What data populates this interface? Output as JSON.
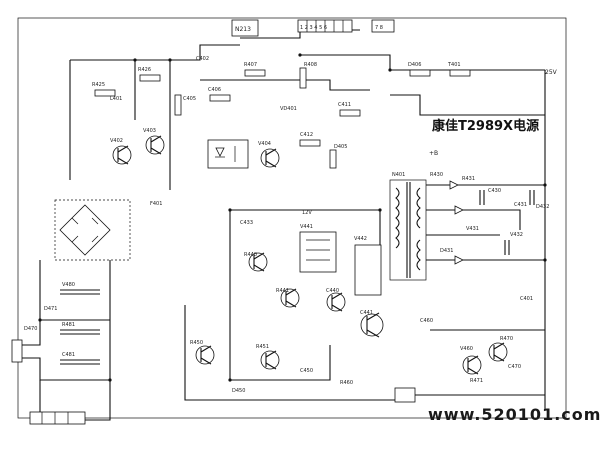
{
  "title": "康佳T2989X电源",
  "watermark": "www.520101.com",
  "labels": {
    "ic_box": "N213",
    "plus_b": "+B",
    "v25": "25V",
    "v12": "12V",
    "connector_row": "1 2 3 4 5 6",
    "connector_small": "7 8"
  },
  "component_labels": [
    "R425",
    "R426",
    "C405",
    "C406",
    "V402",
    "V403",
    "V404",
    "R407",
    "R408",
    "C411",
    "C412",
    "D405",
    "D406",
    "T401",
    "N401",
    "R430",
    "R431",
    "C430",
    "C431",
    "V431",
    "V432",
    "D431",
    "D432",
    "C433",
    "R440",
    "R441",
    "C440",
    "C441",
    "V441",
    "V442",
    "R450",
    "R451",
    "C450",
    "D450",
    "R460",
    "C460",
    "V460",
    "R470",
    "R471",
    "C470",
    "D470",
    "D471",
    "V480",
    "R481",
    "C481",
    "F401",
    "L401",
    "C401",
    "C402",
    "VD401"
  ]
}
